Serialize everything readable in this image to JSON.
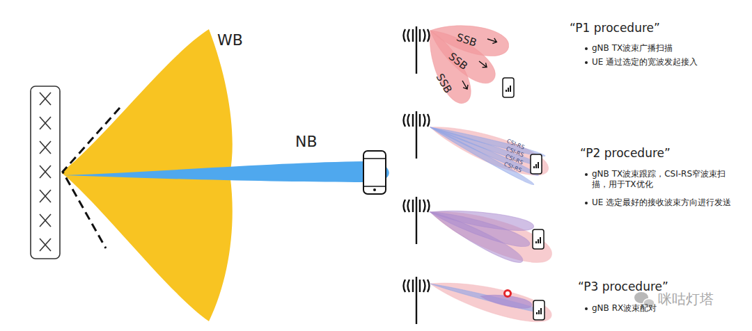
{
  "diagram": {
    "labels": [
      "WB",
      "NB",
      "SSB",
      "SSB",
      "SSB",
      "“P1 procedure”",
      "gNB TX波束广播扫描",
      "UE 通过选定的宽波发起接入",
      "CSI-RS",
      "CSI-RS",
      "CSI-RS",
      "CSI-RS",
      "“P2 procedure”",
      "gNB TX波束跟踪，CSI-RS窄波束扫描，用于TX优化",
      "UE 选定最好的接收波束方向进行发送",
      "“P3 procedure”",
      "gNB RX波束配对",
      "咪咕灯塔"
    ]
  }
}
